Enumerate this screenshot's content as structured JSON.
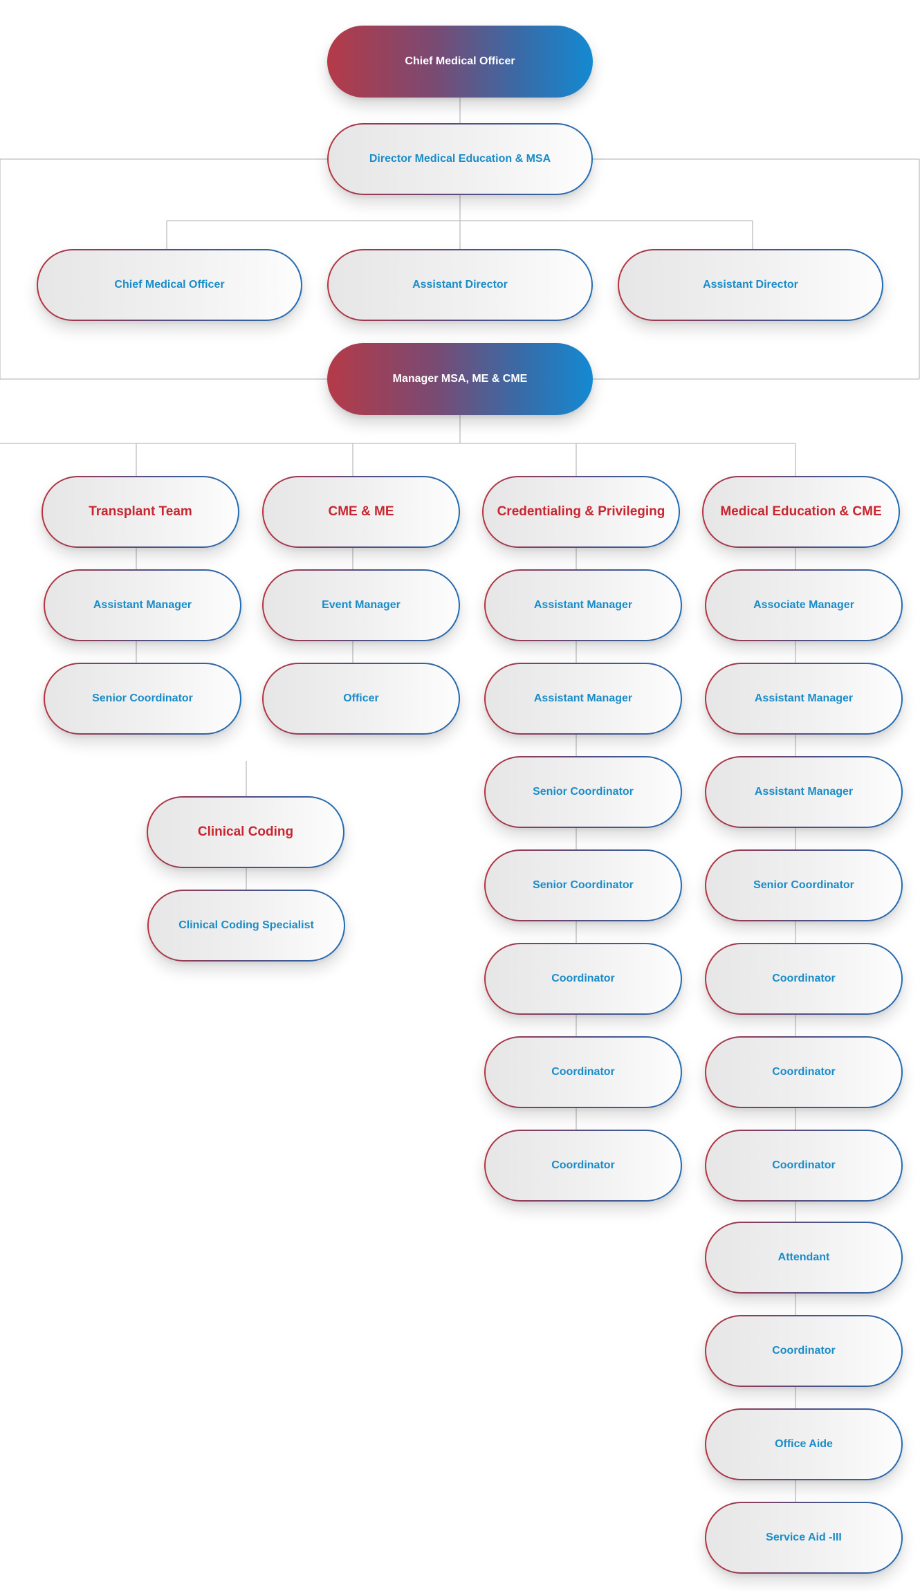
{
  "chart": {
    "top": "Chief Medical Officer",
    "director": "Director Medical Education & MSA",
    "second_row": [
      "Chief Medical Officer",
      "Assistant Director",
      "Assistant Director"
    ],
    "manager": "Manager MSA, ME & CME",
    "departments": [
      {
        "title": "Transplant Team",
        "roles": [
          "Assistant Manager",
          "Senior Coordinator"
        ]
      },
      {
        "title": "CME & ME",
        "roles": [
          "Event Manager",
          "Officer"
        ]
      },
      {
        "title": "Credentialing & Privileging",
        "roles": [
          "Assistant Manager",
          "Assistant Manager",
          "Senior Coordinator",
          "Senior Coordinator",
          "Coordinator",
          "Coordinator",
          "Coordinator"
        ]
      },
      {
        "title": "Medical Education & CME",
        "roles": [
          "Associate Manager",
          "Assistant Manager",
          "Assistant Manager",
          "Senior Coordinator",
          "Coordinator",
          "Coordinator",
          "Coordinator",
          "Attendant",
          "Coordinator",
          "Office Aide",
          "Service Aid -III"
        ]
      }
    ],
    "clinical_coding": {
      "title": "Clinical Coding",
      "roles": [
        "Clinical Coding Specialist"
      ]
    }
  },
  "colors": {
    "accent_red": "#c8262f",
    "accent_blue": "#1a8cc7",
    "connector": "#bdbdbd"
  }
}
